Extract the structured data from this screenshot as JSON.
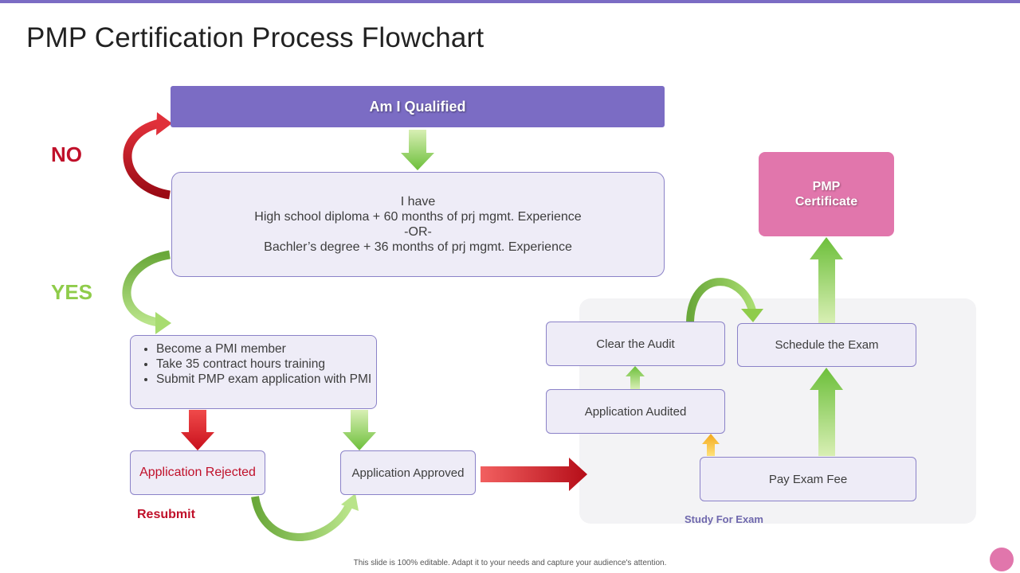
{
  "title": "PMP Certification Process Flowchart",
  "nodes": {
    "qualified": "Am I Qualified",
    "requirements": [
      "I have",
      "High school diploma + 60 months of prj mgmt. Experience",
      "-OR-",
      "Bachler’s degree + 36 months of prj mgmt. Experience"
    ],
    "steps": [
      "Become a PMI member",
      "Take 35 contract hours training",
      "Submit PMP exam application with PMI"
    ],
    "rejected": "Application Rejected",
    "approved": "Application Approved",
    "audited": "Application Audited",
    "clear_audit": "Clear the Audit",
    "schedule_exam": "Schedule the Exam",
    "pay_fee": "Pay Exam Fee",
    "certificate": [
      "PMP",
      "Certificate"
    ]
  },
  "labels": {
    "no": "NO",
    "yes": "YES",
    "resubmit": "Resubmit",
    "study": "Study For Exam"
  },
  "footer": "This slide is 100% editable. Adapt it to your needs and capture your audience's attention.",
  "colors": {
    "accent": "#7b6cc4",
    "box_fill": "#eeecf7",
    "box_border": "#8b82c8",
    "certificate": "#e176ac",
    "no_red": "#c0102a",
    "yes_green": "#8fcc4a",
    "study_text": "#6f68ad"
  }
}
